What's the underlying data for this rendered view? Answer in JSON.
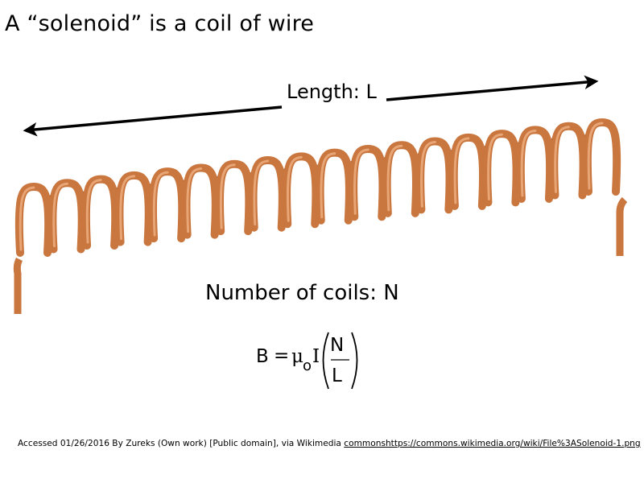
{
  "title": "A “solenoid” is a coil of wire",
  "length_label": "Length: L",
  "coils_label": "Number of coils: N",
  "formula": {
    "lhs": "B",
    "equals": "=",
    "mu": "μ",
    "mu_subscript": "o",
    "current": "I",
    "numerator": "N",
    "denominator": "L"
  },
  "citation": {
    "text": "Accessed 01/26/2016 By Zureks (Own work) [Public domain], via Wikimedia ",
    "link": "commonshttps://commons.wikimedia.org/wiki/File%3ASolenoid-1.png"
  },
  "colors": {
    "copper": "#c9763f",
    "copper_dark": "#8a4a22",
    "copper_light": "#e8a575",
    "arrow": "#000000"
  }
}
